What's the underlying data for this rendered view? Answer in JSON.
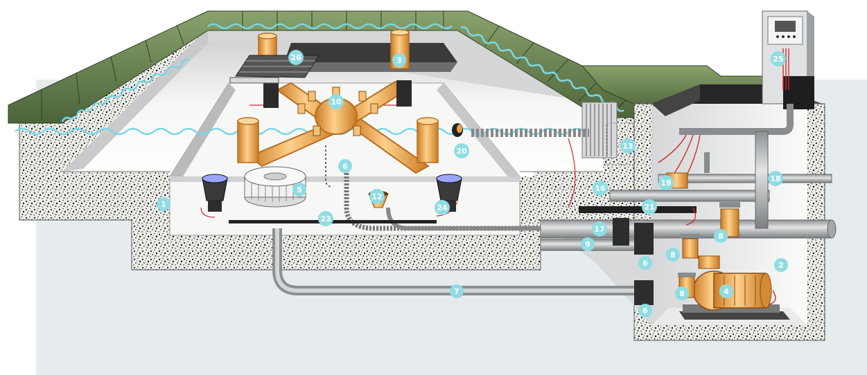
{
  "colors": {
    "background_panel": "#e6ecee",
    "concrete": "#e9e9e4",
    "concrete_speckle": "#222222",
    "coping_stone": "#6f8a55",
    "coping_stone_dark": "#4a6238",
    "water_line": "#7ad7e3",
    "pool_floor": "#f4f4f2",
    "pipe_grey": "#b9bcbd",
    "pipe_dark": "#7e8183",
    "brass": "#f0a24a",
    "brass_dark": "#b86d1e",
    "callout_fill": "#8fdde3",
    "wire_red": "#d42a2a"
  },
  "callouts": [
    {
      "id": "c1",
      "label": "1",
      "part": "concrete basin wall"
    },
    {
      "id": "c2",
      "label": "2",
      "part": "pump chamber"
    },
    {
      "id": "c3",
      "label": "3",
      "part": "foam jet nozzle"
    },
    {
      "id": "c4",
      "label": "4",
      "part": "pump"
    },
    {
      "id": "c5",
      "label": "5",
      "part": "suction filter basket"
    },
    {
      "id": "c6a",
      "label": "6",
      "part": "pipe"
    },
    {
      "id": "c6b",
      "label": "6",
      "part": "wall sleeve"
    },
    {
      "id": "c6c",
      "label": "6",
      "part": "wall sleeve"
    },
    {
      "id": "c7",
      "label": "7",
      "part": "suction pipe"
    },
    {
      "id": "c8a",
      "label": "8",
      "part": "valve"
    },
    {
      "id": "c8b",
      "label": "8",
      "part": "valve"
    },
    {
      "id": "c8c",
      "label": "8",
      "part": "valve"
    },
    {
      "id": "c9",
      "label": "9",
      "part": "pressure pipe"
    },
    {
      "id": "c10",
      "label": "10",
      "part": "distributor"
    },
    {
      "id": "c12",
      "label": "12",
      "part": "drain"
    },
    {
      "id": "c13",
      "label": "13",
      "part": "overflow"
    },
    {
      "id": "c16",
      "label": "16",
      "part": "pipe"
    },
    {
      "id": "c17",
      "label": "17",
      "part": "wall sleeve"
    },
    {
      "id": "c18",
      "label": "18",
      "part": "drain pipe"
    },
    {
      "id": "c19",
      "label": "19",
      "part": "solenoid valve"
    },
    {
      "id": "c20",
      "label": "20",
      "part": "level sensor"
    },
    {
      "id": "c21",
      "label": "21",
      "part": "cable duct"
    },
    {
      "id": "c23",
      "label": "23",
      "part": "cable"
    },
    {
      "id": "c24",
      "label": "24",
      "part": "underwater light"
    },
    {
      "id": "c25",
      "label": "25",
      "part": "control cabinet"
    },
    {
      "id": "c26",
      "label": "26",
      "part": "grating"
    }
  ]
}
